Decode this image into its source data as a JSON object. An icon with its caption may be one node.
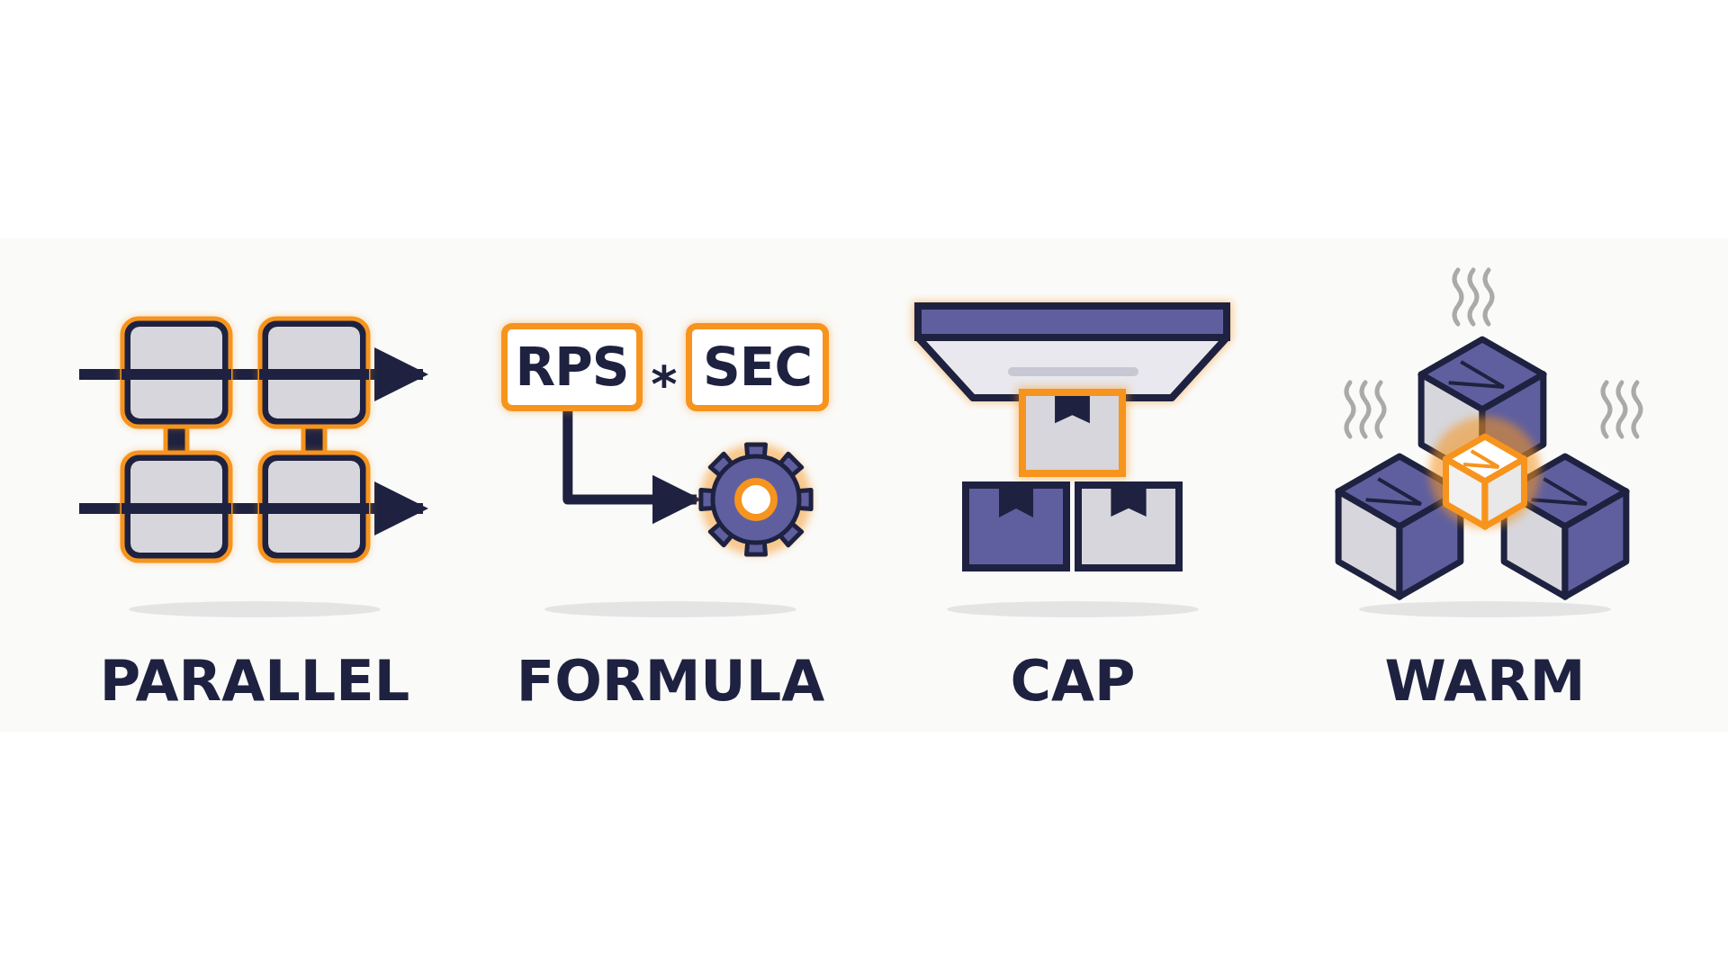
{
  "diagram": {
    "nodes": [
      {
        "text": [
          "RPS"
        ]
      },
      {
        "text": [
          "SEC"
        ]
      },
      {
        "text": [],
        "shape": "picture"
      }
    ],
    "edges": [
      {
        "from": 0,
        "to": 2,
        "arrow": "to"
      }
    ],
    "labels": [
      "*",
      "PARALLEL",
      "FORMULA",
      "CAP",
      "WARM"
    ]
  }
}
